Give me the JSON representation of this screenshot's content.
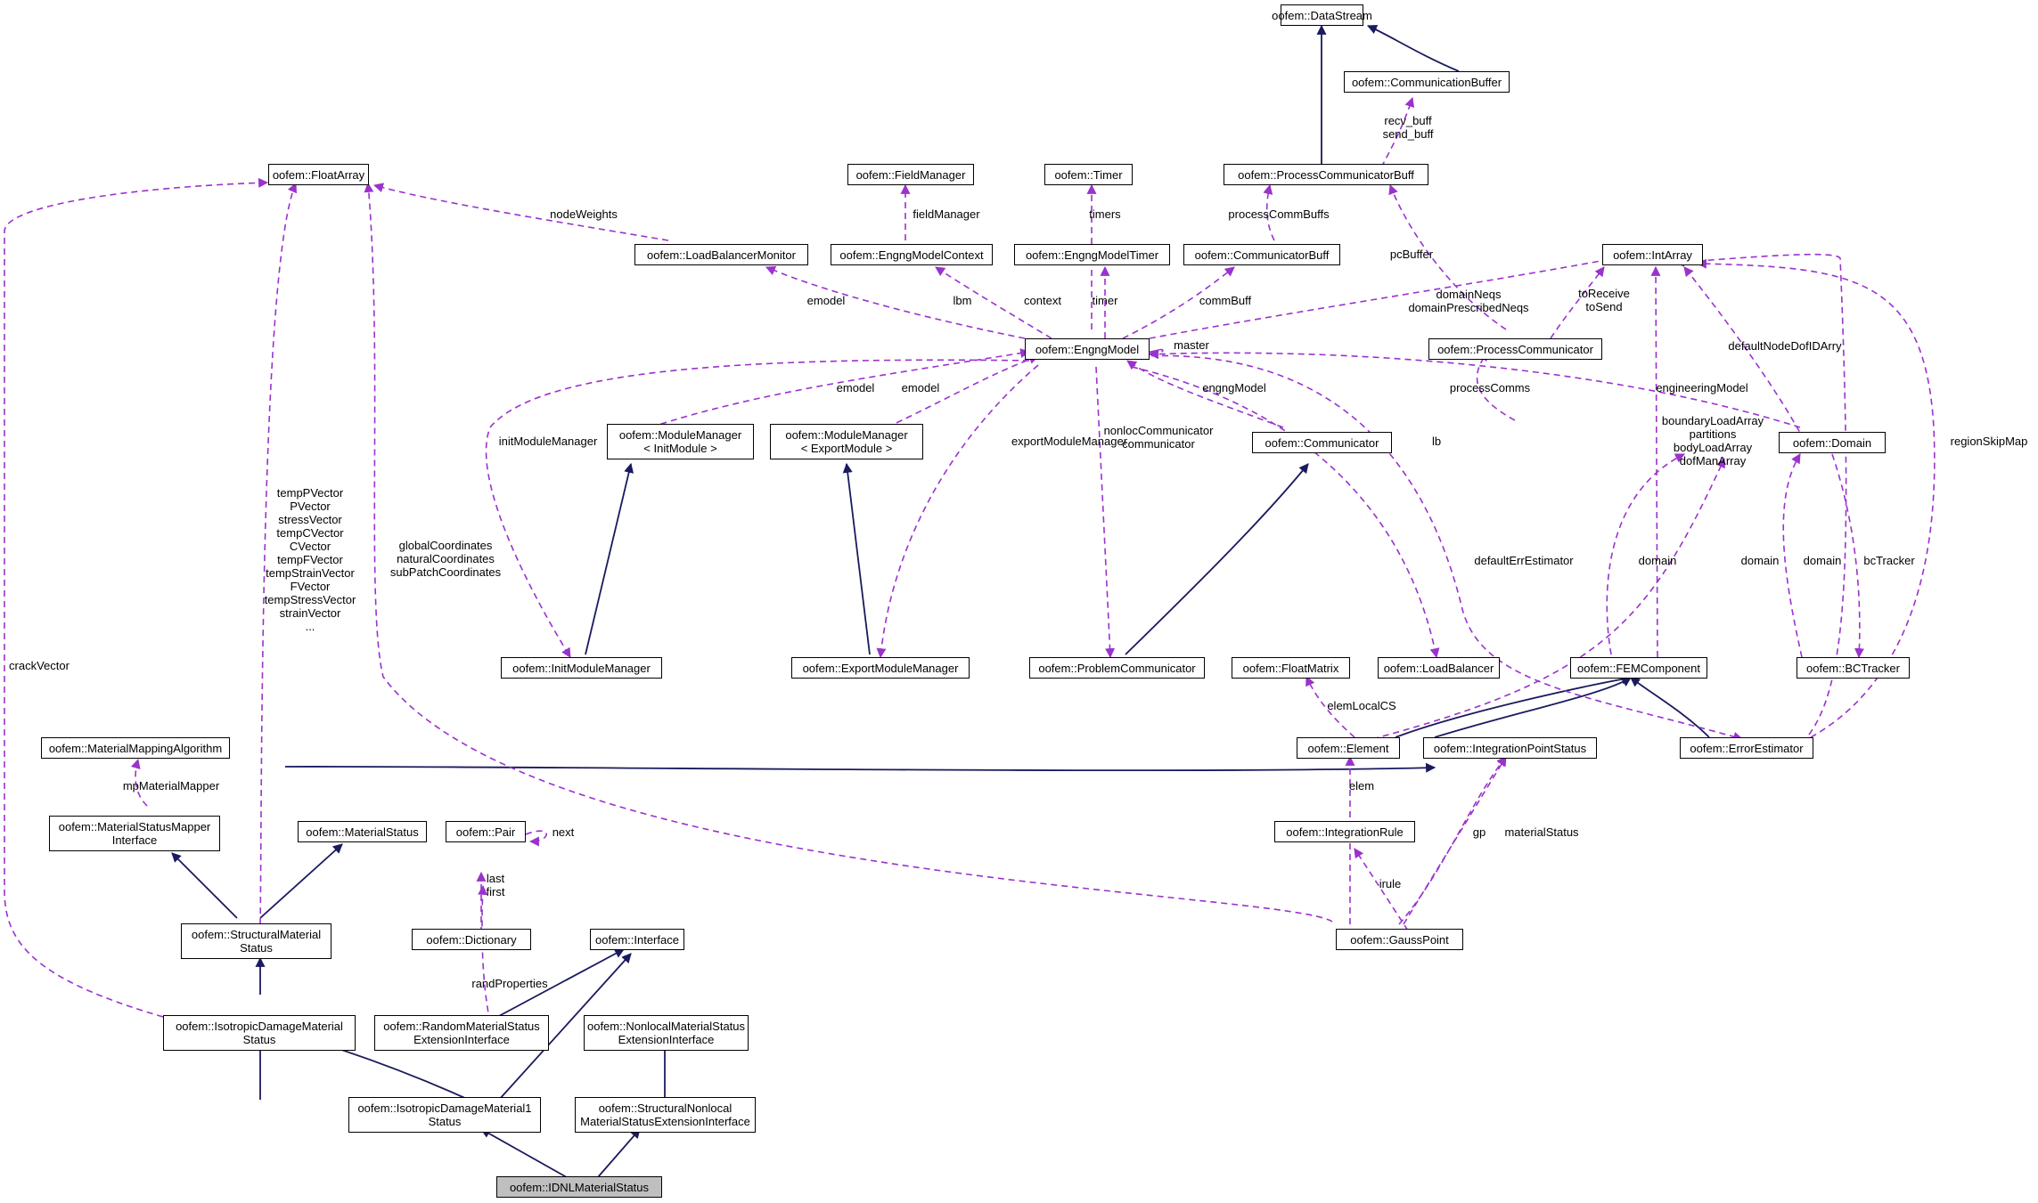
{
  "diagram": {
    "focus_class": "oofem::IDNLMaterialStatus",
    "colors": {
      "inheritance": "#1a1a5e",
      "usage": "#9a32cd",
      "focus_fill": "#bfbfbf",
      "node_border": "#000000"
    },
    "nodes": [
      {
        "id": "datastream",
        "lines": [
          "oofem::DataStream"
        ]
      },
      {
        "id": "commbuffer",
        "lines": [
          "oofem::CommunicationBuffer"
        ]
      },
      {
        "id": "floatarray",
        "lines": [
          "oofem::FloatArray"
        ]
      },
      {
        "id": "fieldmanager",
        "lines": [
          "oofem::FieldManager"
        ]
      },
      {
        "id": "timer",
        "lines": [
          "oofem::Timer"
        ]
      },
      {
        "id": "proccommbuff",
        "lines": [
          "oofem::ProcessCommunicatorBuff"
        ]
      },
      {
        "id": "loadbalmon",
        "lines": [
          "oofem::LoadBalancerMonitor"
        ]
      },
      {
        "id": "engngctx",
        "lines": [
          "oofem::EngngModelContext"
        ]
      },
      {
        "id": "engngtimer",
        "lines": [
          "oofem::EngngModelTimer"
        ]
      },
      {
        "id": "commbuff",
        "lines": [
          "oofem::CommunicatorBuff"
        ]
      },
      {
        "id": "intarray",
        "lines": [
          "oofem::IntArray"
        ]
      },
      {
        "id": "engngmodel",
        "lines": [
          "oofem::EngngModel"
        ]
      },
      {
        "id": "proccomm",
        "lines": [
          "oofem::ProcessCommunicator"
        ]
      },
      {
        "id": "modinit",
        "lines": [
          "oofem::ModuleManager",
          "< InitModule >"
        ]
      },
      {
        "id": "modexport",
        "lines": [
          "oofem::ModuleManager",
          "< ExportModule >"
        ]
      },
      {
        "id": "communicator",
        "lines": [
          "oofem::Communicator"
        ]
      },
      {
        "id": "domain",
        "lines": [
          "oofem::Domain"
        ]
      },
      {
        "id": "initmodmgr",
        "lines": [
          "oofem::InitModuleManager"
        ]
      },
      {
        "id": "exportmodmgr",
        "lines": [
          "oofem::ExportModuleManager"
        ]
      },
      {
        "id": "probcomm",
        "lines": [
          "oofem::ProblemCommunicator"
        ]
      },
      {
        "id": "floatmatrix",
        "lines": [
          "oofem::FloatMatrix"
        ]
      },
      {
        "id": "loadbalancer",
        "lines": [
          "oofem::LoadBalancer"
        ]
      },
      {
        "id": "femcomp",
        "lines": [
          "oofem::FEMComponent"
        ]
      },
      {
        "id": "bctracker",
        "lines": [
          "oofem::BCTracker"
        ]
      },
      {
        "id": "matmapalg",
        "lines": [
          "oofem::MaterialMappingAlgorithm"
        ]
      },
      {
        "id": "element",
        "lines": [
          "oofem::Element"
        ]
      },
      {
        "id": "ipstatus",
        "lines": [
          "oofem::IntegrationPointStatus"
        ]
      },
      {
        "id": "errest",
        "lines": [
          "oofem::ErrorEstimator"
        ]
      },
      {
        "id": "matstatmapper",
        "lines": [
          "oofem::MaterialStatusMapper",
          "Interface"
        ]
      },
      {
        "id": "matstatus",
        "lines": [
          "oofem::MaterialStatus"
        ]
      },
      {
        "id": "pair",
        "lines": [
          "oofem::Pair"
        ]
      },
      {
        "id": "intrule",
        "lines": [
          "oofem::IntegrationRule"
        ]
      },
      {
        "id": "structmatstatus",
        "lines": [
          "oofem::StructuralMaterial",
          "Status"
        ]
      },
      {
        "id": "dictionary",
        "lines": [
          "oofem::Dictionary"
        ]
      },
      {
        "id": "interface",
        "lines": [
          "oofem::Interface"
        ]
      },
      {
        "id": "gausspoint",
        "lines": [
          "oofem::GaussPoint"
        ]
      },
      {
        "id": "isodmgstatus",
        "lines": [
          "oofem::IsotropicDamageMaterial",
          "Status"
        ]
      },
      {
        "id": "randmatext",
        "lines": [
          "oofem::RandomMaterialStatus",
          "ExtensionInterface"
        ]
      },
      {
        "id": "nonlocmatext",
        "lines": [
          "oofem::NonlocalMaterialStatus",
          "ExtensionInterface"
        ]
      },
      {
        "id": "isodmg1status",
        "lines": [
          "oofem::IsotropicDamageMaterial1",
          "Status"
        ]
      },
      {
        "id": "structnonloc",
        "lines": [
          "oofem::StructuralNonlocal",
          "MaterialStatusExtensionInterface"
        ]
      },
      {
        "id": "idnl",
        "lines": [
          "oofem::IDNLMaterialStatus"
        ]
      }
    ],
    "edge_labels": [
      {
        "id": "lbl_recvbuff",
        "lines": [
          "recv_buff",
          "send_buff"
        ]
      },
      {
        "id": "lbl_nodeweights",
        "lines": [
          "nodeWeights"
        ]
      },
      {
        "id": "lbl_fieldmanager",
        "lines": [
          "fieldManager"
        ]
      },
      {
        "id": "lbl_timers",
        "lines": [
          "timers"
        ]
      },
      {
        "id": "lbl_processcommbuffs",
        "lines": [
          "processCommBuffs"
        ]
      },
      {
        "id": "lbl_pcbuffer",
        "lines": [
          "pcBuffer"
        ]
      },
      {
        "id": "lbl_emodel_lbm",
        "lines": [
          "emodel"
        ]
      },
      {
        "id": "lbl_lbm",
        "lines": [
          "lbm"
        ]
      },
      {
        "id": "lbl_context",
        "lines": [
          "context"
        ]
      },
      {
        "id": "lbl_timer",
        "lines": [
          "timer"
        ]
      },
      {
        "id": "lbl_commbuff",
        "lines": [
          "commBuff"
        ]
      },
      {
        "id": "lbl_domainneqs",
        "lines": [
          "domainNeqs",
          "domainPrescribedNeqs"
        ]
      },
      {
        "id": "lbl_toreceive",
        "lines": [
          "toReceive",
          "toSend"
        ]
      },
      {
        "id": "lbl_master",
        "lines": [
          "master"
        ]
      },
      {
        "id": "lbl_defaultnode",
        "lines": [
          "defaultNodeDofIDArry"
        ]
      },
      {
        "id": "lbl_emodel_init",
        "lines": [
          "emodel"
        ]
      },
      {
        "id": "lbl_emodel_export",
        "lines": [
          "emodel"
        ]
      },
      {
        "id": "lbl_engngmodel_comm",
        "lines": [
          "engngModel"
        ]
      },
      {
        "id": "lbl_processcomms",
        "lines": [
          "processComms"
        ]
      },
      {
        "id": "lbl_engineeringmodel",
        "lines": [
          "engineeringModel"
        ]
      },
      {
        "id": "lbl_regionskipmap",
        "lines": [
          "regionSkipMap"
        ]
      },
      {
        "id": "lbl_initmodulemanager",
        "lines": [
          "initModuleManager"
        ]
      },
      {
        "id": "lbl_exportmodulemanager",
        "lines": [
          "exportModuleManager"
        ]
      },
      {
        "id": "lbl_nonloccomm",
        "lines": [
          "nonlocCommunicator",
          "communicator"
        ]
      },
      {
        "id": "lbl_lb",
        "lines": [
          "lb"
        ]
      },
      {
        "id": "lbl_boundaryload",
        "lines": [
          "boundaryLoadArray",
          "partitions",
          "bodyLoadArray",
          "dofManArray"
        ]
      },
      {
        "id": "lbl_tempvectors",
        "lines": [
          "tempPVector",
          "PVector",
          "stressVector",
          "tempCVector",
          "CVector",
          "tempFVector",
          "tempStrainVector",
          "FVector",
          "tempStressVector",
          "strainVector",
          "..."
        ]
      },
      {
        "id": "lbl_globalcoords",
        "lines": [
          "globalCoordinates",
          "naturalCoordinates",
          "subPatchCoordinates"
        ]
      },
      {
        "id": "lbl_defaulterrest",
        "lines": [
          "defaultErrEstimator"
        ]
      },
      {
        "id": "lbl_domain_elem",
        "lines": [
          "domain"
        ]
      },
      {
        "id": "lbl_domain_fem",
        "lines": [
          "domain"
        ]
      },
      {
        "id": "lbl_domain_bc",
        "lines": [
          "domain"
        ]
      },
      {
        "id": "lbl_bctracker",
        "lines": [
          "bcTracker"
        ]
      },
      {
        "id": "lbl_crackvector",
        "lines": [
          "crackVector"
        ]
      },
      {
        "id": "lbl_elemlocalcs",
        "lines": [
          "elemLocalCS"
        ]
      },
      {
        "id": "lbl_mpmaterialmapper",
        "lines": [
          "mpMaterialMapper"
        ]
      },
      {
        "id": "lbl_next",
        "lines": [
          "next"
        ]
      },
      {
        "id": "lbl_elem",
        "lines": [
          "elem"
        ]
      },
      {
        "id": "lbl_gp",
        "lines": [
          "gp"
        ]
      },
      {
        "id": "lbl_materialstatus",
        "lines": [
          "materialStatus"
        ]
      },
      {
        "id": "lbl_lastfirst",
        "lines": [
          "last",
          "first"
        ]
      },
      {
        "id": "lbl_irule",
        "lines": [
          "irule"
        ]
      },
      {
        "id": "lbl_randproperties",
        "lines": [
          "randProperties"
        ]
      }
    ]
  }
}
